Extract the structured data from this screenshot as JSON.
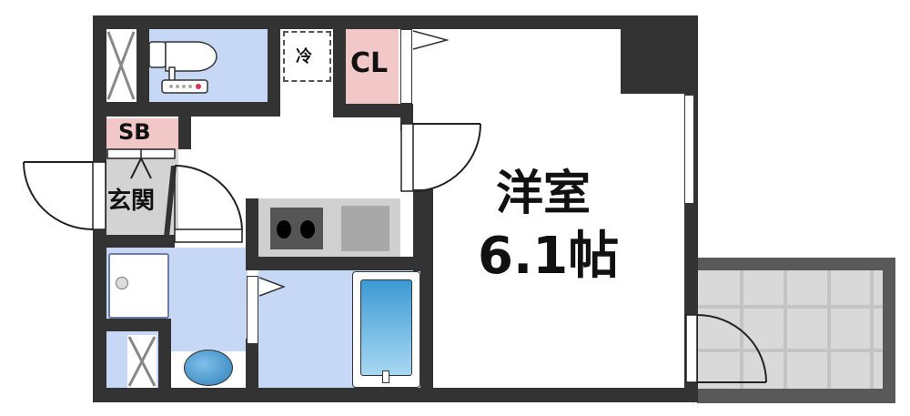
{
  "floorplan": {
    "rooms": {
      "western_room": {
        "label": "洋室",
        "size": "6.1帖"
      },
      "closet": {
        "label": "CL"
      },
      "shoe_box": {
        "label": "SB"
      },
      "entrance": {
        "label": "玄関"
      },
      "fridge_space": {
        "label": "冷"
      }
    },
    "colors": {
      "wall": "#333333",
      "balcony_wall": "#595959",
      "wet_area": "#c6d8f5",
      "closet": "#f2c7c7",
      "entrance_floor": "#d3d3d3",
      "balcony_floor": "#d9d9d9",
      "kitchen_counter": "#d0d0d0",
      "stove": "#555555",
      "sink": "#a8a8a8",
      "bathtub": "#5aa9dc"
    }
  }
}
